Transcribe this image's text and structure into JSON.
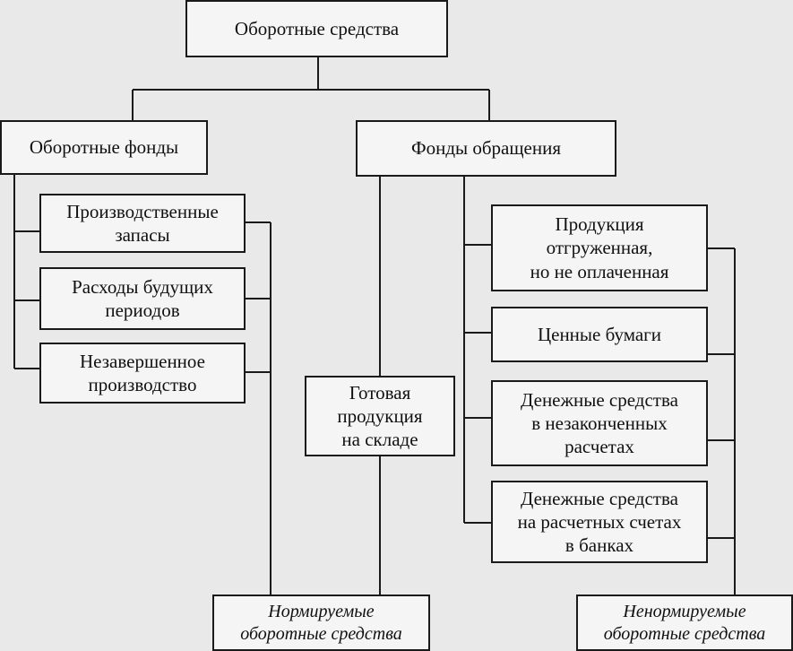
{
  "diagram": {
    "root": "Оборотные средства",
    "left_branch": {
      "title": "Оборотные фонды",
      "items": [
        "Производственные\nзапасы",
        "Расходы будущих\nпериодов",
        "Незавершенное\nпроизводство"
      ]
    },
    "right_branch": {
      "title": "Фонды обращения",
      "middle_item": "Готовая\nпродукция\nна складе",
      "items": [
        "Продукция\nотгруженная,\nно не оплаченная",
        "Ценные бумаги",
        "Денежные средства\nв незаконченных\nрасчетах",
        "Денежные средства\nна расчетных счетах\nв банках"
      ]
    },
    "bottom": {
      "normalized": "Нормируемые\nоборотные средства",
      "non_normalized": "Ненормируемые\nоборотные средства"
    }
  }
}
